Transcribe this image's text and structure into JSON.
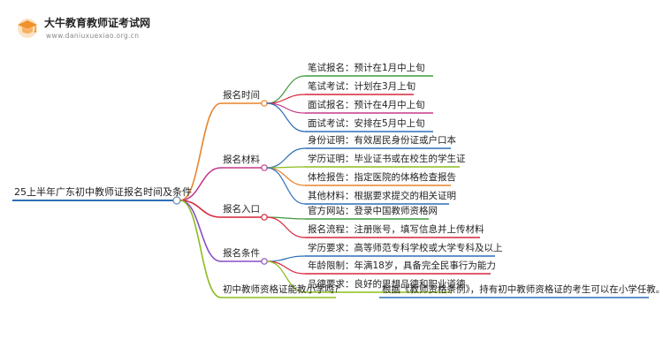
{
  "brand": {
    "name": "大牛教育教师证考试网",
    "url": "www.daniuxuexiao.org.cn"
  },
  "root": {
    "label": "25上半年广东初中教师证报名时间及条件"
  },
  "branches": [
    {
      "label": "报名时间",
      "color": "#e8842b",
      "leaves": [
        {
          "label": "笔试报名：预计在1月中上旬",
          "color": "#3e9a3e"
        },
        {
          "label": "笔试考试：计划在3月上旬",
          "color": "#d6263a"
        },
        {
          "label": "面试报名：预计在4月中上旬",
          "color": "#c43a8c"
        },
        {
          "label": "面试考试：安排在5月中上旬",
          "color": "#2f6fb9"
        }
      ]
    },
    {
      "label": "报名材料",
      "color": "#c43a8c",
      "leaves": [
        {
          "label": "身份证明：有效居民身份证或户口本",
          "color": "#2f6fb9"
        },
        {
          "label": "学历证明：毕业证书或在校生的学生证",
          "color": "#8bbd1c"
        },
        {
          "label": "体检报告：指定医院的体格检查报告",
          "color": "#e8842b"
        },
        {
          "label": "其他材料：根据要求提交的相关证明",
          "color": "#2f6fb9"
        }
      ]
    },
    {
      "label": "报名入口",
      "color": "#d6263a",
      "leaves": [
        {
          "label": "官方网站：登录中国教师资格网",
          "color": "#3e9a3e"
        },
        {
          "label": "报名流程：注册账号，填写信息并上传材料",
          "color": "#d6263a"
        }
      ]
    },
    {
      "label": "报名条件",
      "color": "#8a4fc6",
      "leaves": [
        {
          "label": "学历要求：高等师范专科学校或大学专科及以上",
          "color": "#2f6fb9"
        },
        {
          "label": "年龄限制：年满18岁，具备完全民事行为能力",
          "color": "#d6263a"
        },
        {
          "label": "品德要求：良好的思想品德和职业道德",
          "color": "#8bbd1c"
        }
      ]
    },
    {
      "label": "初中教师资格证能教小学吗?",
      "color": "#8bbd1c",
      "leaves": [
        {
          "label": "根据《教师资格条例》，持有初中教师资格证的考生可以在小学任教。",
          "color": "#2f6fb9"
        }
      ]
    }
  ]
}
